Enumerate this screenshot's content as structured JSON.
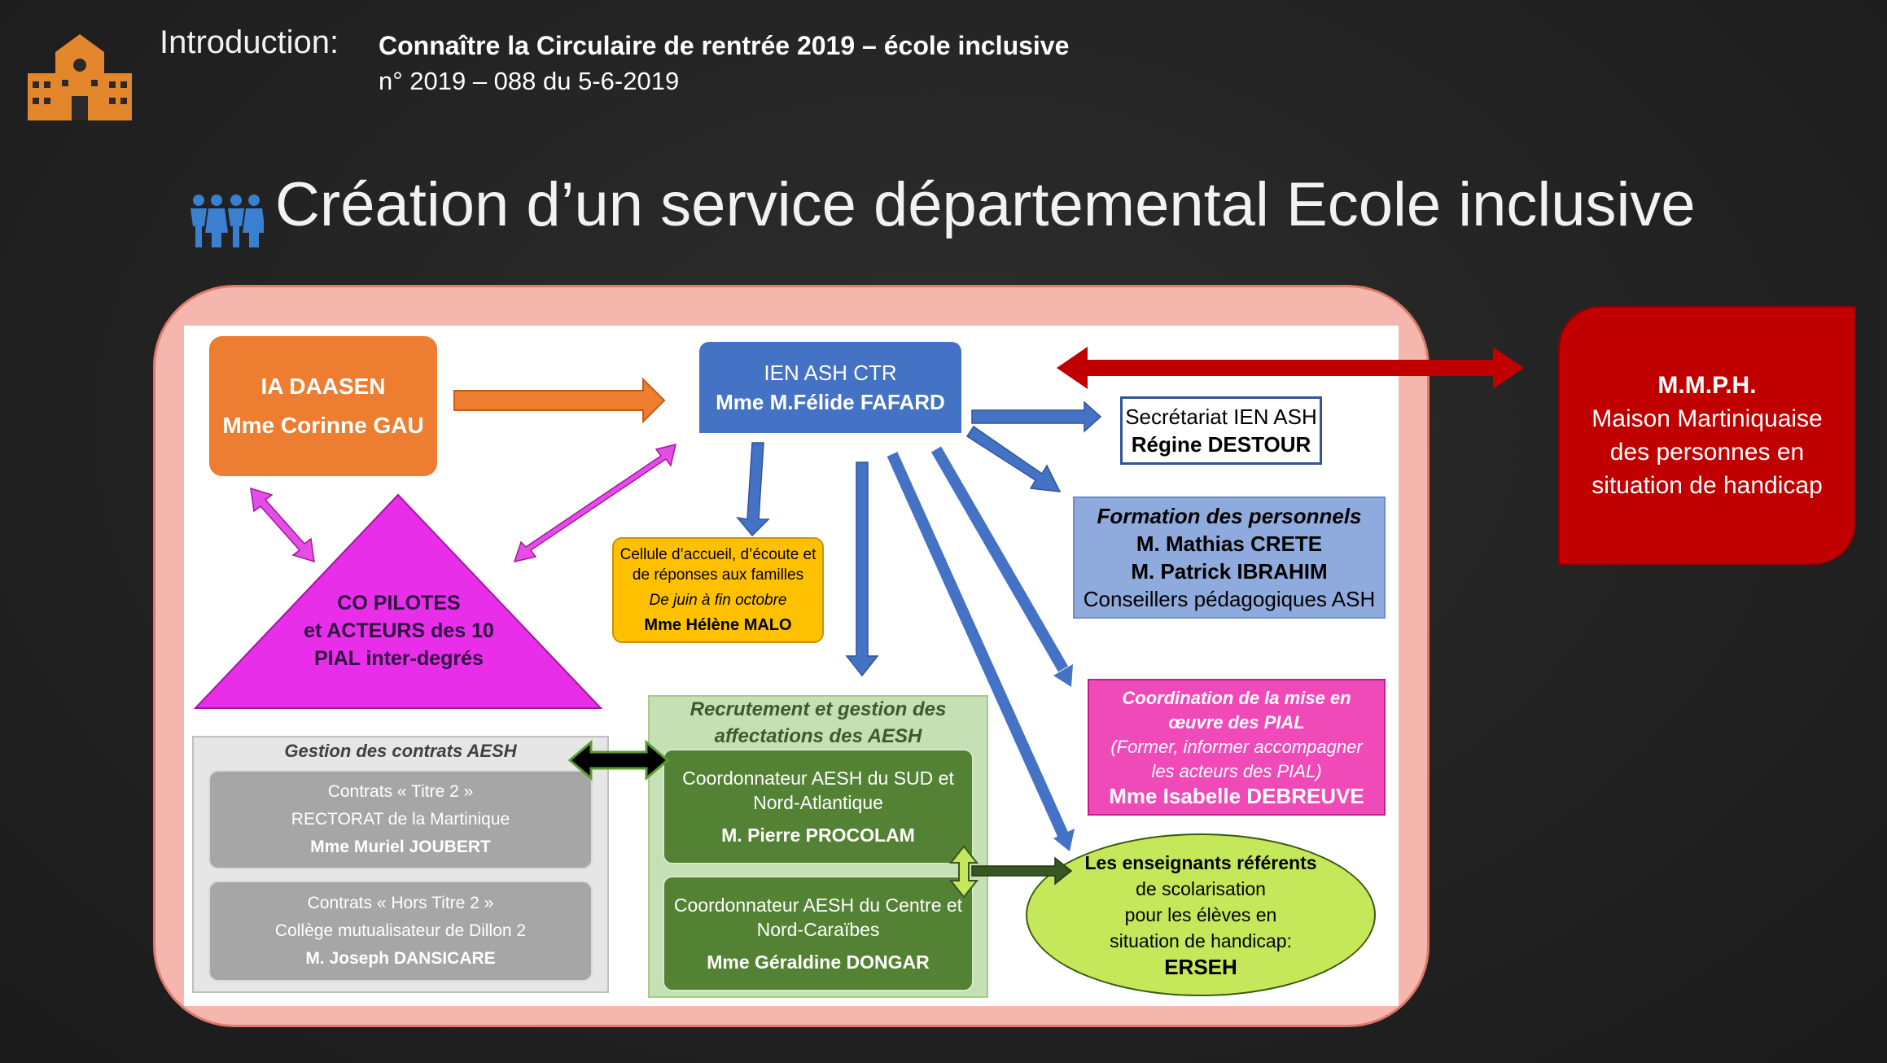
{
  "header": {
    "intro": "Introduction:",
    "title": "Connaître la Circulaire de rentrée 2019 – école inclusive",
    "subtitle": "n° 2019 – 088 du 5-6-2019",
    "icon": "school-icon"
  },
  "main_title": "Création d’un service départemental Ecole inclusive",
  "main_title_icon": "people-group-icon",
  "nodes": {
    "ia": {
      "line1": "IA DAASEN",
      "line2": "Mme Corinne GAU",
      "color": "#ed7d31"
    },
    "ien": {
      "line1": "IEN ASH CTR",
      "line2": "Mme M.Félide FAFARD",
      "color": "#4472c4"
    },
    "secretariat": {
      "line1": "Secrétariat IEN ASH",
      "line2": "Régine DESTOUR"
    },
    "formation": {
      "title": "Formation des personnels",
      "line1": "M. Mathias CRETE",
      "line2": "M. Patrick IBRAHIM",
      "line3": "Conseillers pédagogiques ASH",
      "color": "#8faadc"
    },
    "cellule": {
      "line1": "Cellule d’accueil, d’écoute et",
      "line2": "de réponses aux familles",
      "line3": "De juin à fin octobre",
      "line4": "Mme Hélène MALO",
      "color": "#ffc000"
    },
    "copilotes": {
      "line1": "CO PILOTES",
      "line2": "et ACTEURS des 10",
      "line3": "PIAL inter-degrés",
      "color": "#e82ee8"
    },
    "coordination": {
      "line1": "Coordination de la mise en",
      "line2": "œuvre des PIAL",
      "line3": "(Former, informer  accompagner",
      "line4": "les acteurs des PIAL)",
      "line5": "Mme Isabelle DEBREUVE",
      "color": "#f04ab8"
    },
    "gestion": {
      "title": "Gestion des contrats AESH",
      "titre2": {
        "line1": "Contrats  « Titre 2 »",
        "line2": "RECTORAT de la Martinique",
        "line3": "Mme Muriel JOUBERT"
      },
      "hors_titre2": {
        "line1": "Contrats « Hors Titre 2 »",
        "line2": "Collège mutualisateur de Dillon 2",
        "line3": "M. Joseph DANSICARE"
      }
    },
    "recrutement": {
      "title1": "Recrutement et gestion des",
      "title2": "affectations des AESH",
      "sud": {
        "line1": "Coordonnateur AESH du SUD et",
        "line2": "Nord-Atlantique",
        "line3": "M. Pierre PROCOLAM"
      },
      "centre": {
        "line1": "Coordonnateur AESH du Centre et",
        "line2": "Nord-Caraïbes",
        "line3": "Mme Géraldine DONGAR"
      },
      "color": "#548235"
    },
    "erseh": {
      "line1": "Les enseignants référents",
      "line2": "de scolarisation",
      "line3": "pour les élèves en",
      "line4": "situation de handicap:",
      "line5": "ERSEH",
      "color": "#c5e85a"
    },
    "mmph": {
      "line1": "M.M.P.H.",
      "line2": "Maison Martiniquaise",
      "line3": "des personnes en",
      "line4": "situation de handicap",
      "color": "#c00000"
    }
  },
  "colors": {
    "frame": "#f4b6ad",
    "arrow_orange": "#ed7d31",
    "arrow_blue": "#4472c4",
    "arrow_magenta": "#e44ee4",
    "arrow_red": "#c00000",
    "arrow_green": "#3a6b1e"
  }
}
